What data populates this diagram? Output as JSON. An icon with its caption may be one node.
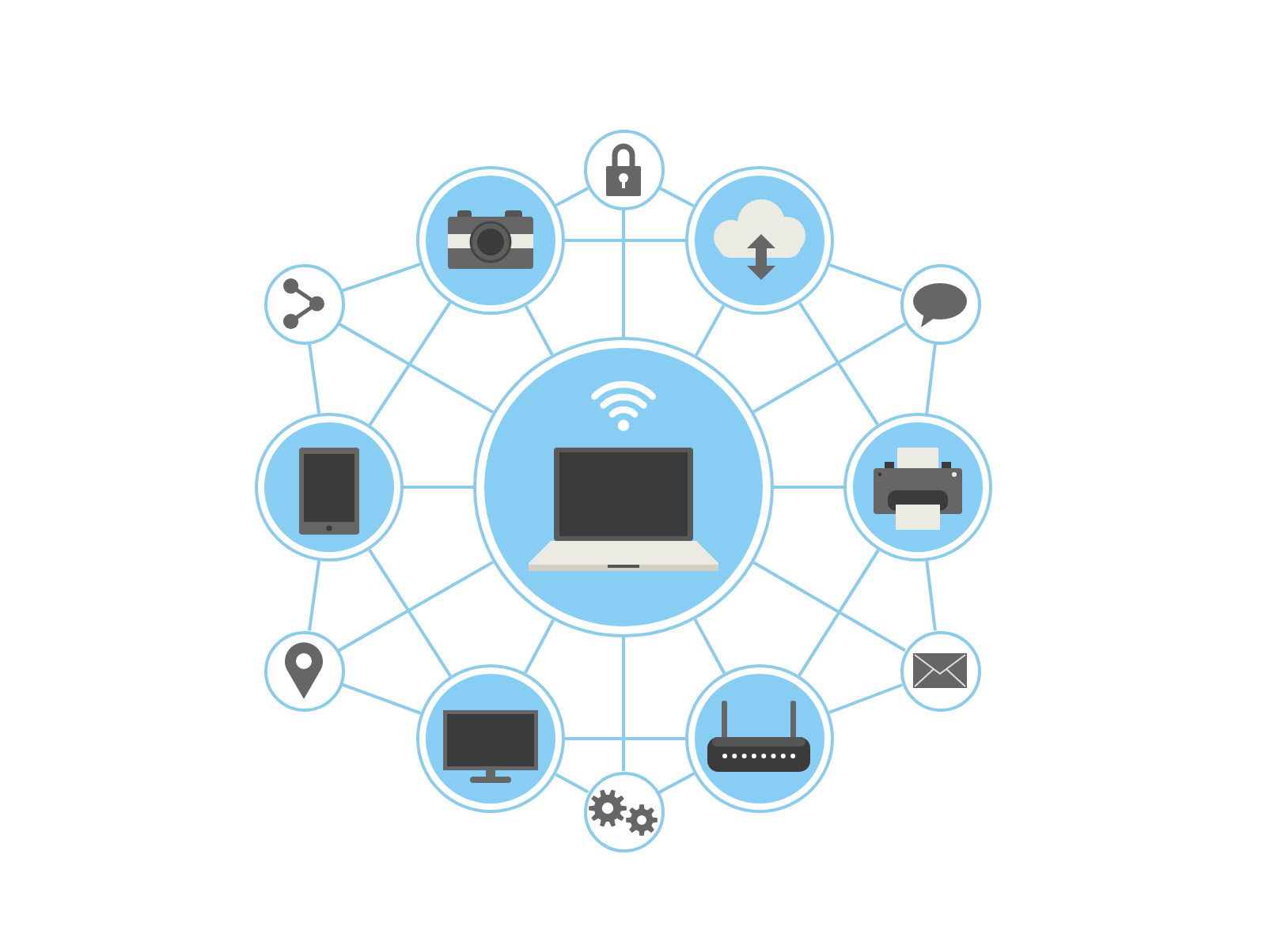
{
  "diagram": {
    "nodes": [
      {
        "text": [],
        "shape": "circle"
      },
      {
        "text": [],
        "shape": "circle"
      },
      {
        "text": [],
        "shape": "circle"
      },
      {
        "text": [],
        "shape": "circle"
      },
      {
        "text": [],
        "shape": "circle"
      },
      {
        "text": [],
        "shape": "circle"
      },
      {
        "text": [],
        "shape": "circle"
      },
      {
        "text": [],
        "shape": "circle"
      },
      {
        "text": [],
        "shape": "circle"
      },
      {
        "text": [],
        "shape": "circle"
      },
      {
        "text": [],
        "shape": "circle"
      },
      {
        "text": [],
        "shape": "circle"
      },
      {
        "text": [],
        "shape": "circle"
      }
    ],
    "edges": [
      {
        "from": 0,
        "to": 1,
        "arrow": "none"
      },
      {
        "from": 0,
        "to": 2,
        "arrow": "none"
      },
      {
        "from": 0,
        "to": 6,
        "arrow": "none"
      },
      {
        "from": 1,
        "to": 2,
        "arrow": "none"
      },
      {
        "from": 1,
        "to": 3,
        "arrow": "none"
      },
      {
        "from": 1,
        "to": 6,
        "arrow": "none"
      },
      {
        "from": 1,
        "to": 5,
        "arrow": "none"
      },
      {
        "from": 2,
        "to": 4,
        "arrow": "none"
      },
      {
        "from": 2,
        "to": 6,
        "arrow": "none"
      },
      {
        "from": 2,
        "to": 7,
        "arrow": "none"
      },
      {
        "from": 3,
        "to": 6,
        "arrow": "none"
      },
      {
        "from": 3,
        "to": 5,
        "arrow": "none"
      },
      {
        "from": 4,
        "to": 6,
        "arrow": "none"
      },
      {
        "from": 4,
        "to": 7,
        "arrow": "none"
      },
      {
        "from": 5,
        "to": 6,
        "arrow": "none"
      },
      {
        "from": 5,
        "to": 8,
        "arrow": "none"
      },
      {
        "from": 5,
        "to": 10,
        "arrow": "none"
      },
      {
        "from": 6,
        "to": 7,
        "arrow": "none"
      },
      {
        "from": 6,
        "to": 8,
        "arrow": "none"
      },
      {
        "from": 6,
        "to": 9,
        "arrow": "none"
      },
      {
        "from": 6,
        "to": 10,
        "arrow": "none"
      },
      {
        "from": 6,
        "to": 11,
        "arrow": "none"
      },
      {
        "from": 6,
        "to": 12,
        "arrow": "none"
      },
      {
        "from": 7,
        "to": 9,
        "arrow": "none"
      },
      {
        "from": 7,
        "to": 11,
        "arrow": "none"
      },
      {
        "from": 8,
        "to": 10,
        "arrow": "none"
      },
      {
        "from": 9,
        "to": 11,
        "arrow": "none"
      },
      {
        "from": 10,
        "to": 11,
        "arrow": "none"
      },
      {
        "from": 10,
        "to": 12,
        "arrow": "none"
      },
      {
        "from": 11,
        "to": 12,
        "arrow": "none"
      }
    ]
  }
}
